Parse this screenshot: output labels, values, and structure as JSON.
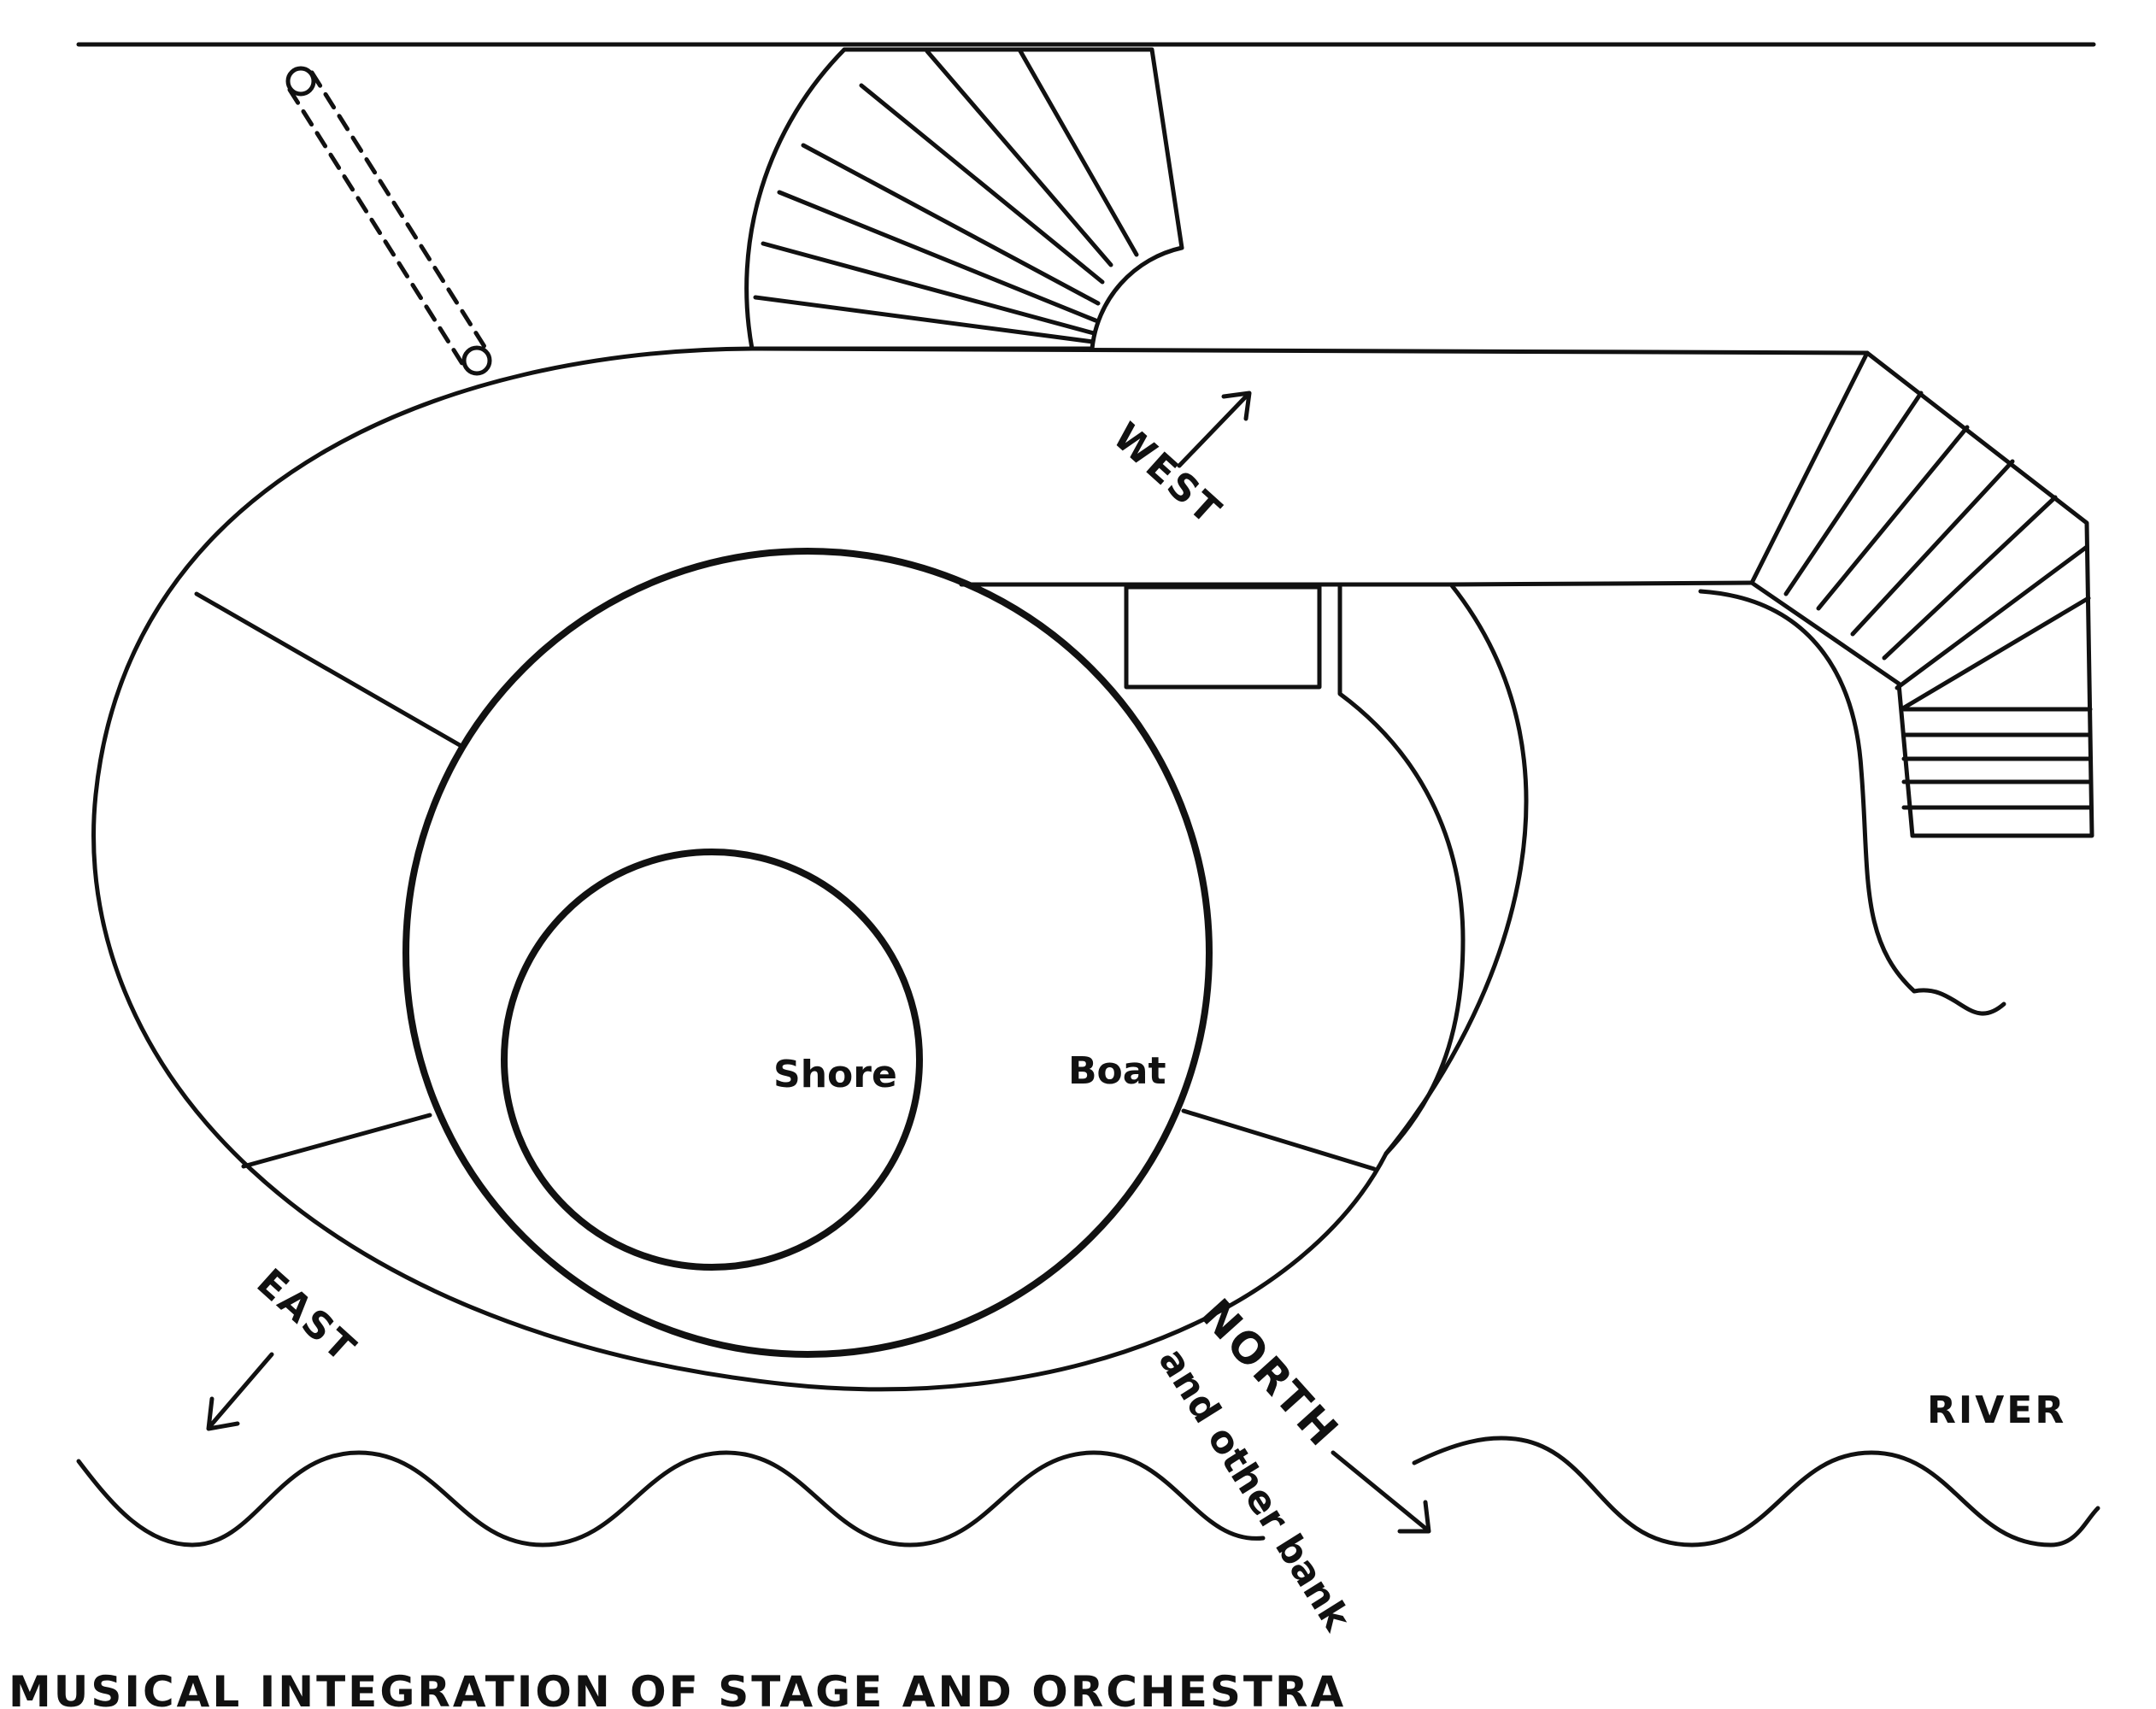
{
  "labels": {
    "shore": "Shore",
    "boat": "Boat",
    "west": "WEST",
    "east": "EAST",
    "north": "NORTH",
    "north_sub": "and other bank",
    "river": "RIVER"
  },
  "caption": "MUSICAL INTEGRATION OF STAGE AND ORCHESTRA",
  "colors": {
    "ink": "#111111",
    "background": "#ffffff"
  }
}
